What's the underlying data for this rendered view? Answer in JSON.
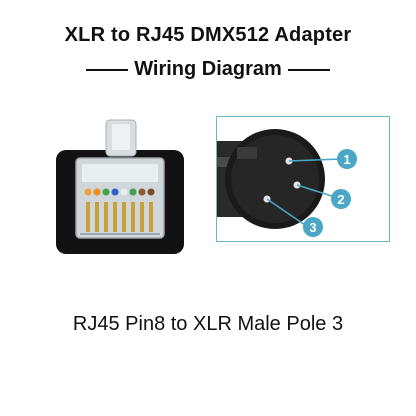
{
  "title": "XLR to RJ45 DMX512 Adapter",
  "subtitle": "Wiring Diagram",
  "caption": "RJ45 Pin8 to XLR Male Pole 3",
  "pins": [
    {
      "label": "1"
    },
    {
      "label": "2"
    },
    {
      "label": "3"
    }
  ],
  "colors": {
    "pin_badge": "#4aa8c6",
    "frame": "#6ab7c9",
    "connector_body": "#111111"
  }
}
